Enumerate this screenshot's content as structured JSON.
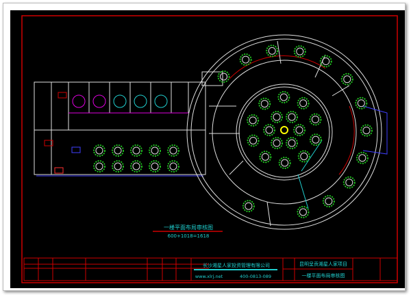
{
  "drawing": {
    "title": "一楼平面布局审核图",
    "subtitle": "600+1018=1618"
  },
  "title_block": {
    "company": "长沙湘星人家投资管理有限公司",
    "website": "www.xlrj.net",
    "phone": "400-0813-089",
    "project": "昆明呈贡湘星人家项目",
    "sheet_title": "一楼平面布局审核图"
  },
  "colors": {
    "frame": "#d00000",
    "text": "#20d0d0",
    "table": "#20c020",
    "wall": "#e0e0e0",
    "accent": "#ffff00"
  }
}
